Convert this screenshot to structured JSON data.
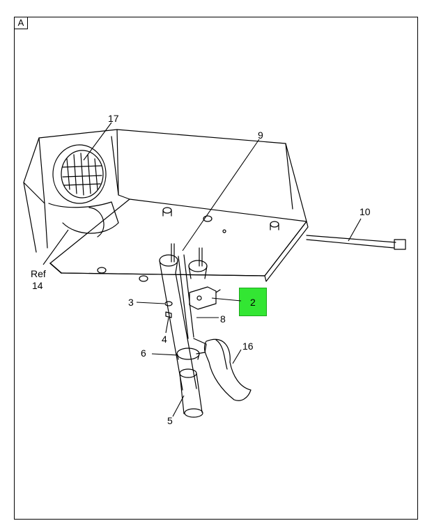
{
  "view_label": "A",
  "callouts": {
    "c17": "17",
    "c9": "9",
    "c10": "10",
    "c_ref": "Ref",
    "c14": "14",
    "c2": "2",
    "c3": "3",
    "c8": "8",
    "c4": "4",
    "c6": "6",
    "c16": "16",
    "c5": "5"
  },
  "highlight_color": "#33e633",
  "highlighted_callout": "2"
}
